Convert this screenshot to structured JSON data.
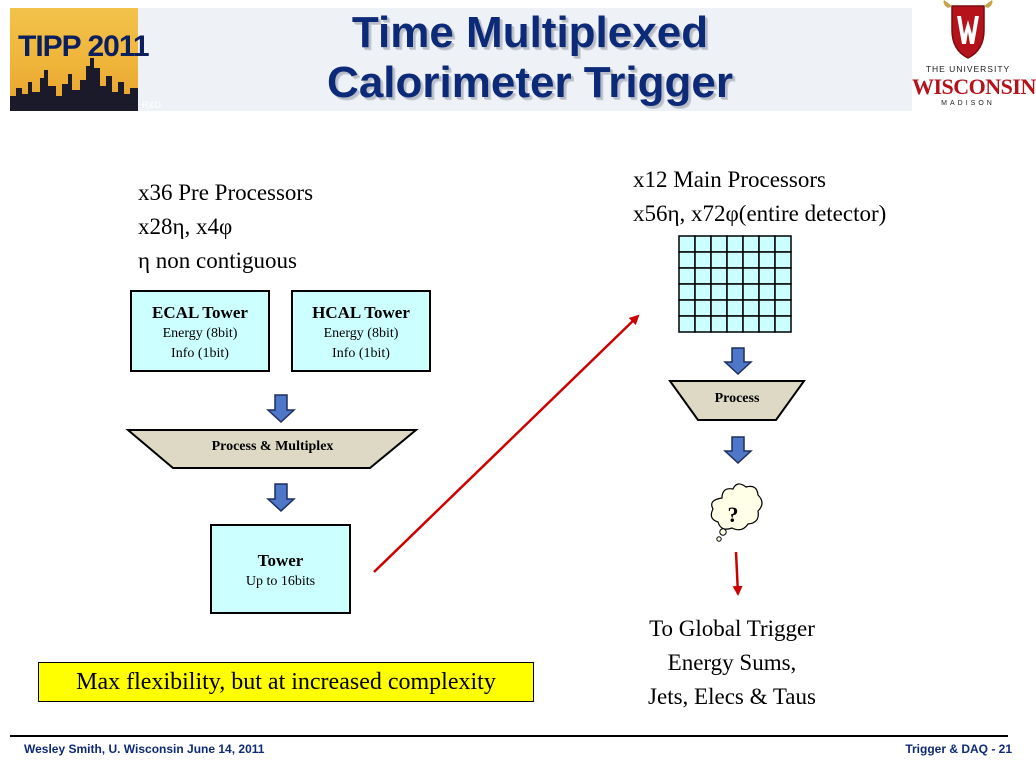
{
  "header": {
    "title_line1": "Time Multiplexed",
    "title_line2": "Calorimeter Trigger",
    "conference_logo_text": "TIPP 2011",
    "rd_label": "R&D",
    "university_logo": {
      "line1": "THE UNIVERSITY",
      "line2": "WISCONSIN",
      "line3": "MADISON"
    }
  },
  "pre_processors": {
    "line1": "x36 Pre Processors",
    "line2": "x28η, x4φ",
    "line3": "η non contiguous"
  },
  "ecal_box": {
    "title": "ECAL Tower",
    "line1": "Energy (8bit)",
    "line2": "Info (1bit)"
  },
  "hcal_box": {
    "title": "HCAL Tower",
    "line1": "Energy (8bit)",
    "line2": "Info (1bit)"
  },
  "process_multiplex_label": "Process & Multiplex",
  "tower_box": {
    "title": "Tower",
    "line1": "Up to 16bits"
  },
  "flexibility_note": "Max flexibility, but at increased complexity",
  "main_processors": {
    "line1": "x12 Main Processors",
    "line2": "x56η, x72φ(entire detector)"
  },
  "grid": {
    "rows": 6,
    "cols": 7
  },
  "process_label": "Process",
  "question_mark": "?",
  "global_trigger": {
    "line1": "To Global Trigger",
    "line2": "Energy Sums,",
    "line3": "Jets, Elecs & Taus"
  },
  "footer": {
    "left": "Wesley Smith, U. Wisconsin June 14, 2011",
    "right": "Trigger & DAQ -  21"
  },
  "colors": {
    "box_fill": "#ccffff",
    "arrow_blue": "#4f77c8",
    "trapezoid_fill": "#ddd9c4",
    "red_arrow": "#cc0000",
    "title_blue": "#0d2a78",
    "highlight_yellow": "#ffff00"
  }
}
